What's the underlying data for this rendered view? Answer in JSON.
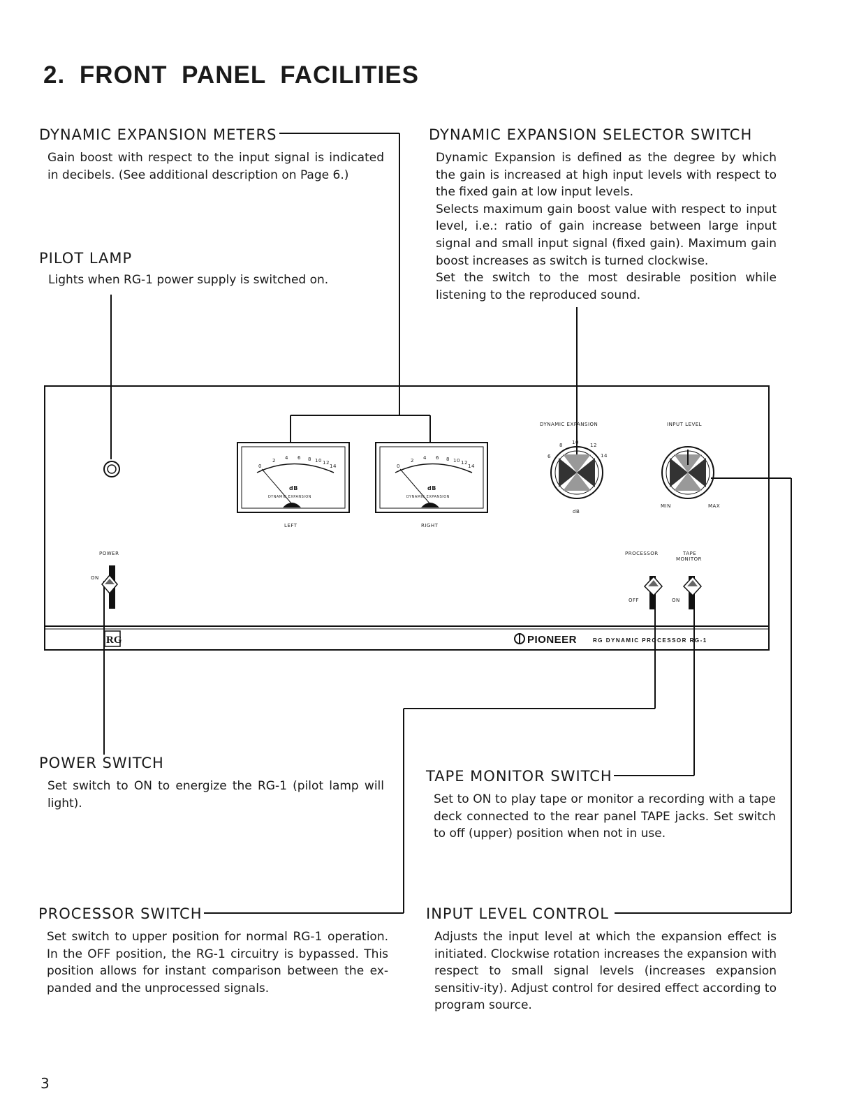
{
  "page": {
    "title": "2. FRONT  PANEL  FACILITIES",
    "page_number": "3"
  },
  "sections": {
    "meters": {
      "heading": "DYNAMIC EXPANSION METERS",
      "body": "Gain boost with respect to the input signal is indicated in decibels. (See additional description on Page 6.)"
    },
    "selector": {
      "heading": "DYNAMIC EXPANSION SELECTOR SWITCH",
      "p1": "Dynamic Expansion is defined as the degree by which the gain is increased  at high input levels with respect to the fixed gain at low input levels.",
      "p2": "Selects maximum gain boost value with respect to input level, i.e.: ratio of gain increase between large input signal and small input signal (fixed gain). Maximum gain boost increases as switch is turned clockwise.",
      "p3": "Set the switch to the most desirable position while listening to the reproduced sound."
    },
    "pilot": {
      "heading": "PILOT LAMP",
      "body": "Lights when RG-1 power supply is switched on."
    },
    "power": {
      "heading": "POWER SWITCH",
      "body": "Set switch to ON to energize the RG-1 (pilot lamp will light)."
    },
    "tape": {
      "heading": "TAPE MONITOR SWITCH",
      "body": "Set to ON to play tape or monitor a recording with a tape deck connected to the rear panel TAPE jacks. Set switch to off (upper) position when not in use."
    },
    "processor": {
      "heading": "PROCESSOR SWITCH",
      "body": "Set switch to upper position for normal RG-1 operation. In the OFF position, the RG-1 circuitry is bypassed. This position allows for instant comparison between the ex-panded and the unprocessed signals."
    },
    "input": {
      "heading": "INPUT LEVEL CONTROL",
      "body": "Adjusts the input level at which the expansion effect is initiated. Clockwise rotation increases the expansion with respect to small signal levels (increases expansion sensitiv-ity). Adjust control for desired effect according to program source."
    }
  },
  "panel": {
    "dynamic_expansion_label": "DYNAMIC EXPANSION",
    "input_level_label": "INPUT LEVEL",
    "meter_scale": [
      "0",
      "2",
      "4",
      "6",
      "8",
      "10",
      "12",
      "14"
    ],
    "meter_unit": "dB",
    "meter_caption": "DYNAMIC EXPANSION",
    "left_label": "LEFT",
    "right_label": "RIGHT",
    "dyn_scale": [
      "6",
      "8",
      "10",
      "12",
      "14"
    ],
    "dyn_unit": "dB",
    "min_label": "MIN",
    "max_label": "MAX",
    "power_label": "POWER",
    "on_label": "ON",
    "processor_label": "PROCESSOR",
    "tape_label_1": "TAPE",
    "tape_label_2": "MONITOR",
    "off_label": "OFF",
    "on_label_2": "ON",
    "logo": "RG",
    "brand": "PIONEER",
    "model": "RG DYNAMIC PROCESSOR RG-1"
  }
}
